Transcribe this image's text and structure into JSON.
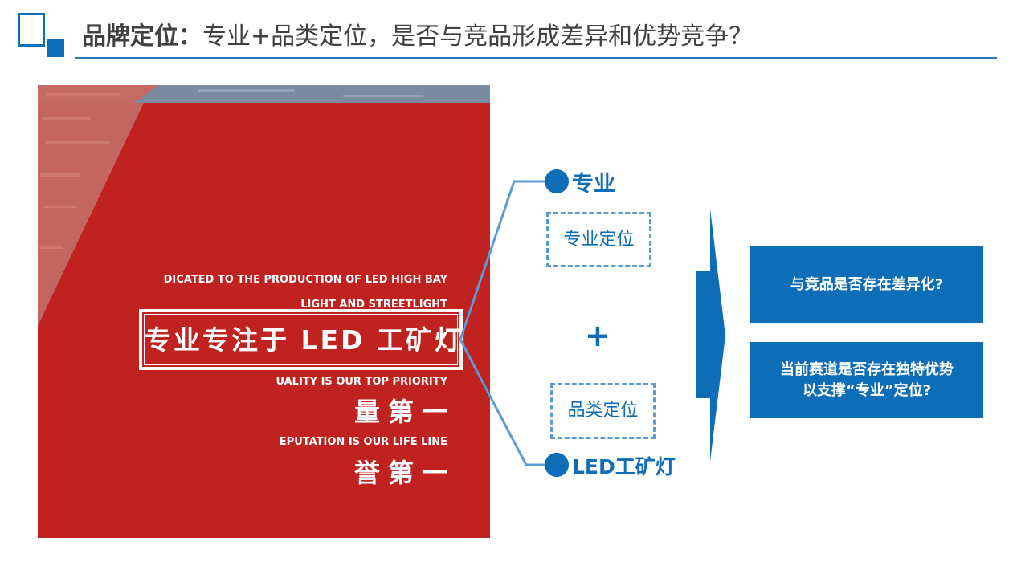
{
  "header": {
    "title_bold": "品牌定位：",
    "title_rest": "专业+品类定位，是否与竞品形成差异和优势竞争？"
  },
  "poster": {
    "en_line1": "DICATED TO THE PRODUCTION OF LED HIGH BAY",
    "en_line2": "LIGHT AND STREETLIGHT",
    "slogan": "专业专注于 LED 工矿灯",
    "en_line3": "UALITY IS OUR TOP PRIORITY",
    "cn_line1": "量第一",
    "en_line4": "EPUTATION IS OUR LIFE LINE",
    "cn_line2": "誉第一"
  },
  "diagram": {
    "top_label": "专业",
    "top_box": "专业定位",
    "plus": "+",
    "bottom_box": "品类定位",
    "bottom_label": "LED工矿灯"
  },
  "questions": [
    {
      "text": "与竞品是否存在差异化?"
    },
    {
      "line1": "当前赛道是否存在独特优势",
      "line2": "以支撑“专业”定位?"
    }
  ],
  "colors": {
    "accent": "#0e6db7",
    "poster_red": "#c0221f",
    "line": "#5b9bd5"
  }
}
